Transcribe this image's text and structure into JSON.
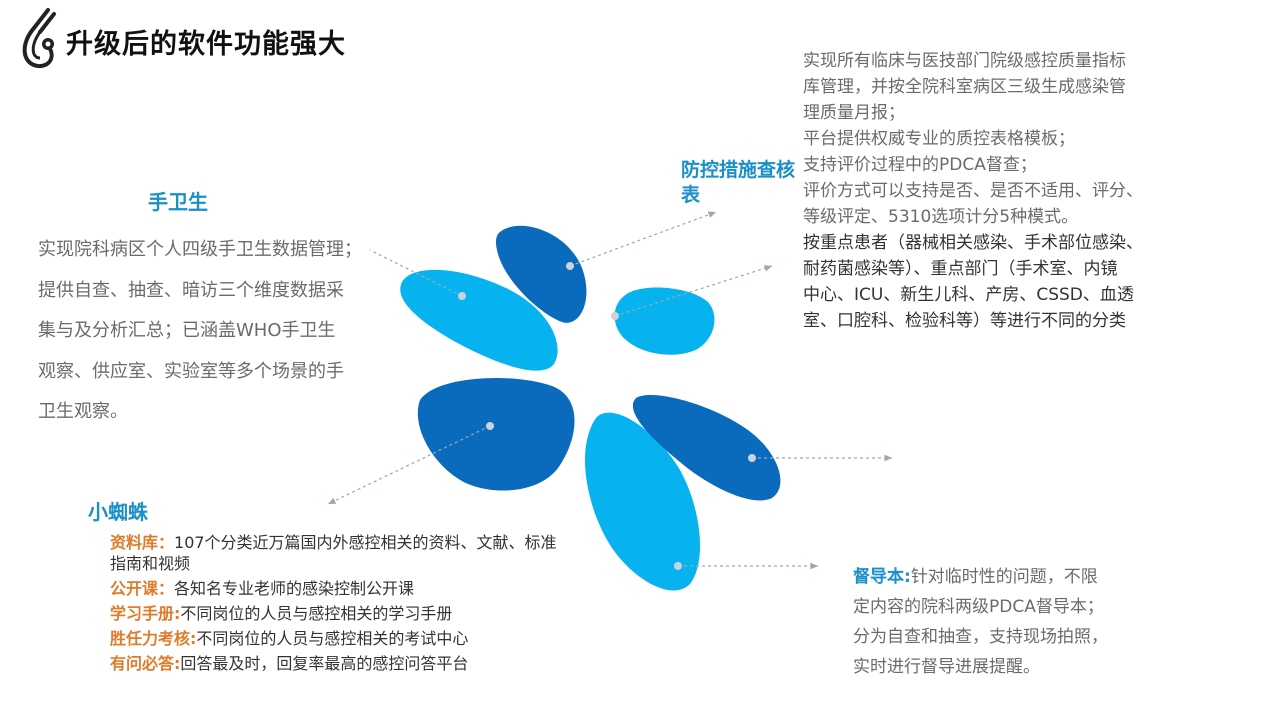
{
  "title": "升级后的软件功能强大",
  "icons": {
    "logo": "stethoscope-icon"
  },
  "colors": {
    "dark_blue": "#0a6bbd",
    "light_blue": "#07b3ee",
    "heading_blue": "#1a8fc8",
    "label_orange": "#e07b2a",
    "connector": "#9aa8b4"
  },
  "hand_hygiene": {
    "heading": "手卫生",
    "lines": [
      "实现院科病区个人四级手卫生数据管理；",
      "提供自查、抽查、暗访三个维度数据采",
      "集与及分析汇总；已涵盖WHO手卫生",
      "观察、供应室、实验室等多个场景的手",
      "卫生观察。"
    ]
  },
  "prevention": {
    "heading_line1": "防控措施查核",
    "heading_line2": "表",
    "lines": [
      "实现所有临床与医技部门院级感控质量指标",
      "库管理，并按全院科室病区三级生成感染管",
      "理质量月报；",
      "平台提供权威专业的质控表格模板；",
      "支持评价过程中的PDCA督查；",
      "评价方式可以支持是否、是否不适用、评分、",
      "等级评定、5310选项计分5种模式。"
    ],
    "classification_lines": [
      "按重点患者（器械相关感染、手术部位感染、",
      "耐药菌感染等）、重点部门（手术室、内镜",
      "中心、ICU、新生儿科、产房、CSSD、血透",
      "室、口腔科、检验科等）等进行不同的分类"
    ]
  },
  "spider": {
    "heading": "小蜘蛛",
    "items": [
      {
        "label": "资料库：",
        "text": "107个分类近万篇国内外感控相关的资料、文献、标准指南和视频"
      },
      {
        "label": "公开课：",
        "text": "各知名专业老师的感染控制公开课"
      },
      {
        "label": "学习手册:",
        "text": "不同岗位的人员与感控相关的学习手册"
      },
      {
        "label": "胜任力考核:",
        "text": "不同岗位的人员与感控相关的考试中心"
      },
      {
        "label": "有问必答:",
        "text": "回答最及时，回复率最高的感控问答平台"
      }
    ]
  },
  "supervision": {
    "label": "督导本:",
    "line1_text": "针对临时性的问题，不限",
    "lines": [
      "定内容的院科两级PDCA督导本；",
      "分为自查和抽查，支持现场拍照，",
      "实时进行督导进展提醒。"
    ]
  }
}
